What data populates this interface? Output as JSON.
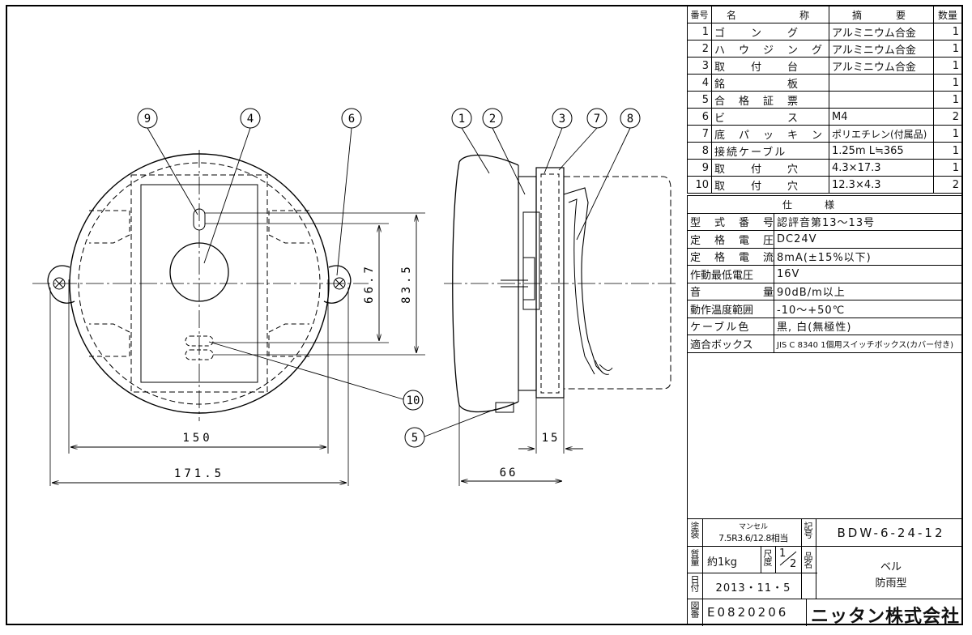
{
  "parts_table": {
    "headers": {
      "no": "番号",
      "name": "名　　　　称",
      "spec": "摘　　要",
      "qty": "数量"
    },
    "rows": [
      {
        "no": "1",
        "name": "ゴ　　ン　　グ",
        "spec": "アルミニウム合金",
        "qty": "1"
      },
      {
        "no": "2",
        "name": "ハ　ウ　ジ　ン　グ",
        "spec": "アルミニウム合金",
        "qty": "1"
      },
      {
        "no": "3",
        "name": "取　　付　　台",
        "spec": "アルミニウム合金",
        "qty": "1"
      },
      {
        "no": "4",
        "name": "銘　　　　　板",
        "spec": "",
        "qty": "1"
      },
      {
        "no": "5",
        "name": "合　格　証　票",
        "spec": "",
        "qty": "1"
      },
      {
        "no": "6",
        "name": "ビ　　　　　ス",
        "spec": "M4",
        "qty": "2"
      },
      {
        "no": "7",
        "name": "底　パ　ッ　キ　ン",
        "spec": "ポリエチレン(付属品)",
        "qty": "1"
      },
      {
        "no": "8",
        "name": "接続ケーブル",
        "spec": "1.25m L≒365",
        "qty": "1"
      },
      {
        "no": "9",
        "name": "取　　付　　穴",
        "spec": "4.3×17.3",
        "qty": "1"
      },
      {
        "no": "10",
        "name": "取　　付　　穴",
        "spec": "12.3×4.3",
        "qty": "2"
      }
    ]
  },
  "spec_table": {
    "header": "仕様",
    "rows": [
      {
        "label": "型　式　番　号",
        "value": "認評音第13～13号"
      },
      {
        "label": "定　格　電　圧",
        "value": "DC24V"
      },
      {
        "label": "定　格　電　流",
        "value": "8mA(±15%以下)"
      },
      {
        "label": "作動最低電圧",
        "value": "16V"
      },
      {
        "label": "音　　　　　量",
        "value": "90dB/m以上"
      },
      {
        "label": "動作温度範囲",
        "value": "-10～+50℃"
      },
      {
        "label": "ケーブル色",
        "value": "黒, 白(無極性)"
      },
      {
        "label": "適合ボックス",
        "value": "JIS C 8340 1個用スイッチボックス(カバー付き)"
      }
    ]
  },
  "title_block": {
    "finish_label": "塗装",
    "finish_value_top": "マンセル",
    "finish_value": "7.5R3.6/12.8相当",
    "mark_label": "記号",
    "model": "BDW-6-24-12",
    "mass_label": "質量",
    "mass": "約1kg",
    "scale_label": "尺度",
    "scale_num": "1",
    "scale_den": "2",
    "product_label": "品名",
    "product_name": "ベル",
    "product_type": "防雨型",
    "date_label": "日付",
    "date": "2013・11・5",
    "drawing_label": "図番",
    "drawing_no": "E0820206",
    "company": "ニッタン株式会社"
  },
  "drawing": {
    "balloons": [
      "1",
      "2",
      "3",
      "4",
      "5",
      "6",
      "7",
      "8",
      "9",
      "10"
    ],
    "dimensions": {
      "width_150": "150",
      "width_171_5": "171.5",
      "height_66_7": "66.7",
      "height_83_5": "83.5",
      "depth_15": "15",
      "depth_66": "66"
    }
  }
}
